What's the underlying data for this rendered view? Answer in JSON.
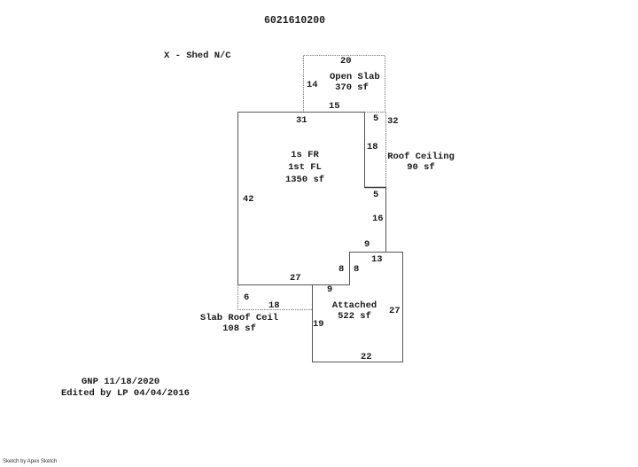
{
  "parcel_id": "6021610200",
  "legend_note": "X - Shed N/C",
  "areas": {
    "open_slab": {
      "name": "Open Slab",
      "area": "370 sf"
    },
    "first_floor": {
      "line1": "1s FR",
      "line2": "1st FL",
      "area": "1350 sf"
    },
    "roof_ceiling": {
      "name": "Roof Ceiling",
      "area": "90 sf"
    },
    "attached": {
      "name": "Attached",
      "area": "522 sf"
    },
    "slab_roof_ceil": {
      "name": "Slab Roof Ceil",
      "area": "108 sf"
    }
  },
  "dimensions": {
    "open_slab_top": "20",
    "open_slab_left": "14",
    "open_slab_bottom": "15",
    "main_top": "31",
    "roof_top": "5",
    "roof_right": "32",
    "roof_left": "18",
    "roof_bottom": "5",
    "main_left": "42",
    "main_right_lower": "16",
    "step_top": "9",
    "attached_top": "13",
    "step_left": "8",
    "step_right": "8",
    "main_bottom": "27",
    "attached_step": "9",
    "slab_left": "6",
    "slab_bottom": "18",
    "attached_left": "19",
    "attached_right": "27",
    "attached_bottom": "22"
  },
  "notes": {
    "gnp": "GNP 11/18/2020",
    "edited": "Edited by LP 04/04/2016"
  },
  "footer": "Sketch by Apex Sketch"
}
